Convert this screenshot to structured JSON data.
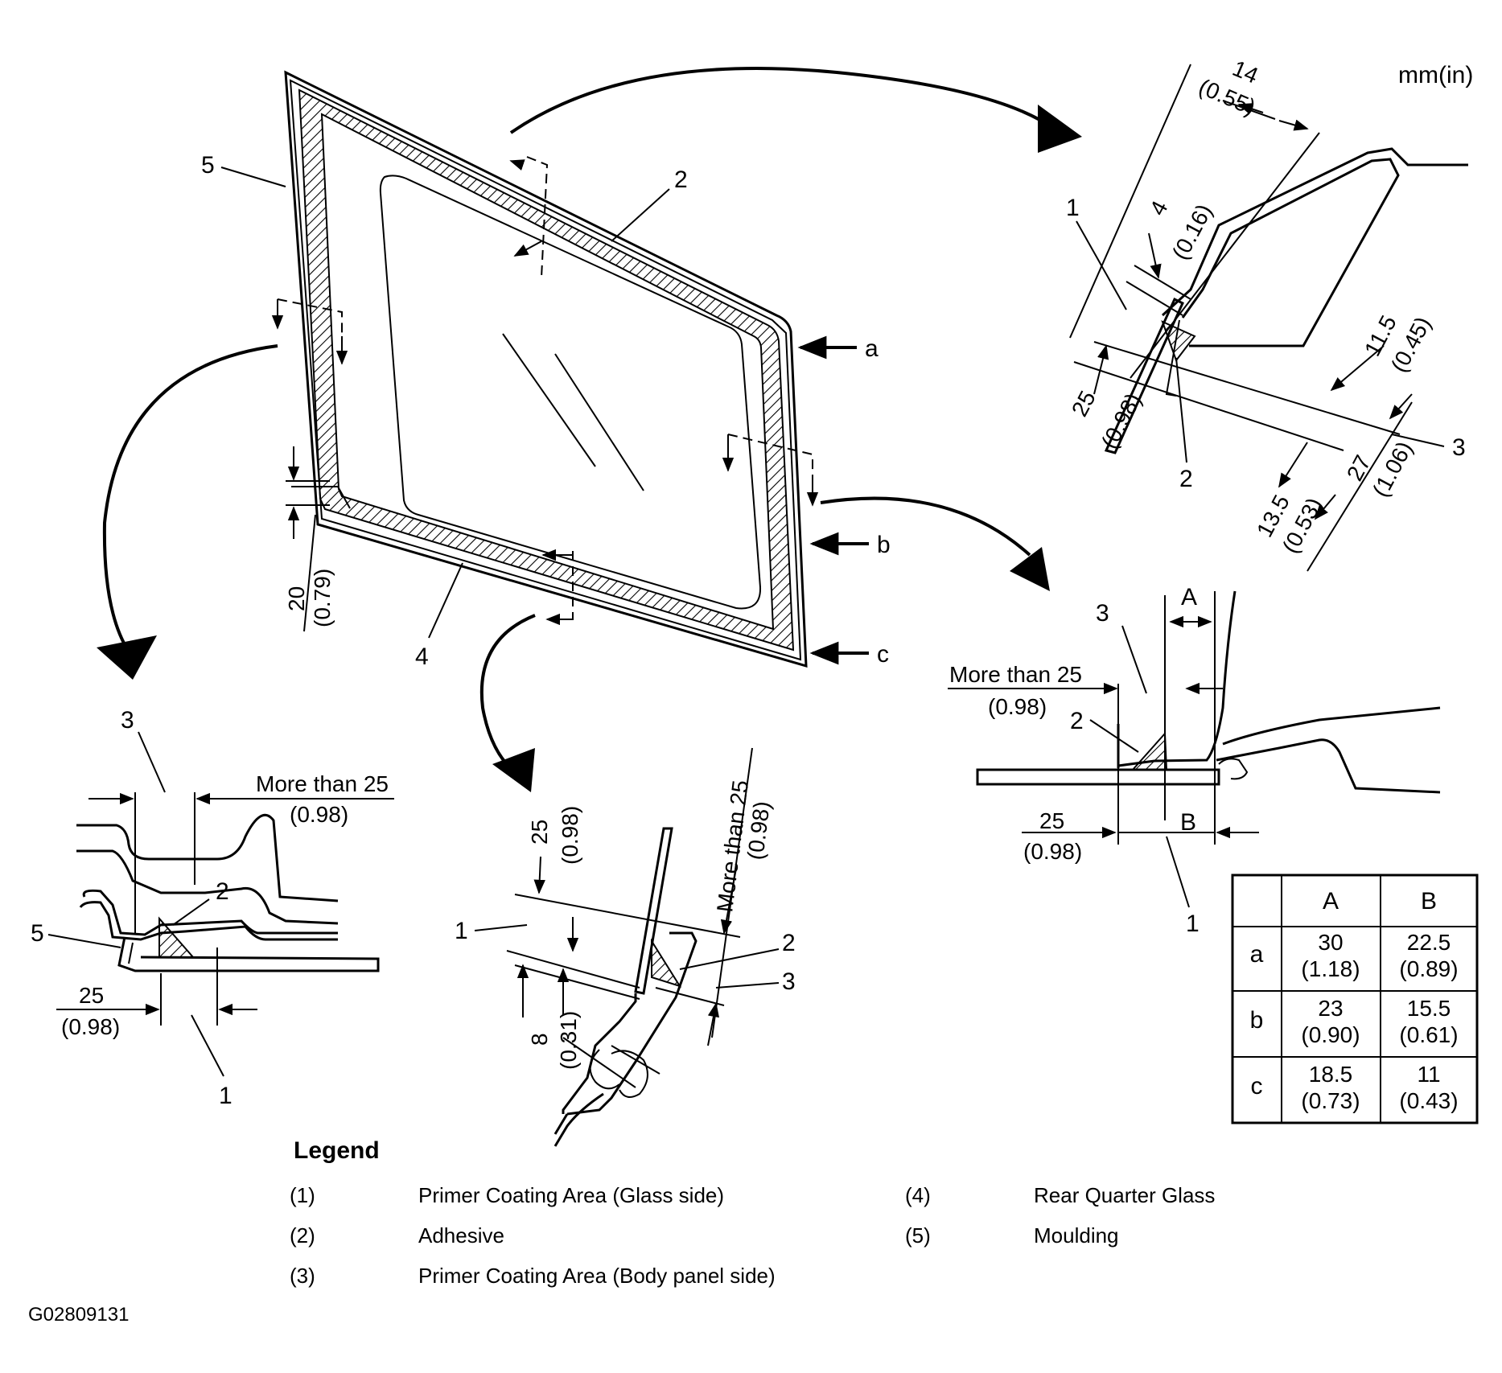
{
  "unit_label": "mm(in)",
  "callouts": {
    "main_5": "5",
    "main_2": "2",
    "main_4": "4",
    "view_a": "a",
    "view_b": "b",
    "view_c": "c",
    "tr_1": "1",
    "tr_2": "2",
    "tr_3": "3",
    "mr_1": "1",
    "mr_2": "2",
    "mr_3": "3",
    "mr_A": "A",
    "mr_B": "B",
    "bl_1": "1",
    "bl_2": "2",
    "bl_3": "3",
    "bl_5": "5",
    "bm_1": "1",
    "bm_2": "2",
    "bm_3": "3"
  },
  "dims": {
    "main_20": "20",
    "main_20_in": "(0.79)",
    "tr_14": "14",
    "tr_14_in": "(0.55)",
    "tr_4": "4",
    "tr_4_in": "(0.16)",
    "tr_25": "25",
    "tr_25_in": "(0.98)",
    "tr_11_5": "11.5",
    "tr_11_5_in": "(0.45)",
    "tr_27": "27",
    "tr_27_in": "(1.06)",
    "tr_13_5": "13.5",
    "tr_13_5_in": "(0.53)",
    "mr_more": "More than 25",
    "mr_more_in": "(0.98)",
    "mr_25": "25",
    "mr_25_in": "(0.98)",
    "bl_more": "More than 25",
    "bl_more_in": "(0.98)",
    "bl_25": "25",
    "bl_25_in": "(0.98)",
    "bm_25": "25",
    "bm_25_in": "(0.98)",
    "bm_more": "More than 25",
    "bm_more_in": "(0.98)",
    "bm_8": "8",
    "bm_8_in": "(0.31)"
  },
  "table": {
    "headers": [
      "A",
      "B"
    ],
    "rows": [
      {
        "label": "a",
        "A": "30",
        "A_in": "(1.18)",
        "B": "22.5",
        "B_in": "(0.89)"
      },
      {
        "label": "b",
        "A": "23",
        "A_in": "(0.90)",
        "B": "15.5",
        "B_in": "(0.61)"
      },
      {
        "label": "c",
        "A": "18.5",
        "A_in": "(0.73)",
        "B": "11",
        "B_in": "(0.43)"
      }
    ]
  },
  "legend": {
    "title": "Legend",
    "items": [
      {
        "num": "(1)",
        "text": "Primer Coating Area (Glass side)"
      },
      {
        "num": "(2)",
        "text": "Adhesive"
      },
      {
        "num": "(3)",
        "text": "Primer Coating Area (Body panel side)"
      },
      {
        "num": "(4)",
        "text": "Rear Quarter Glass"
      },
      {
        "num": "(5)",
        "text": "Moulding"
      }
    ]
  },
  "figure_code": "G02809131"
}
